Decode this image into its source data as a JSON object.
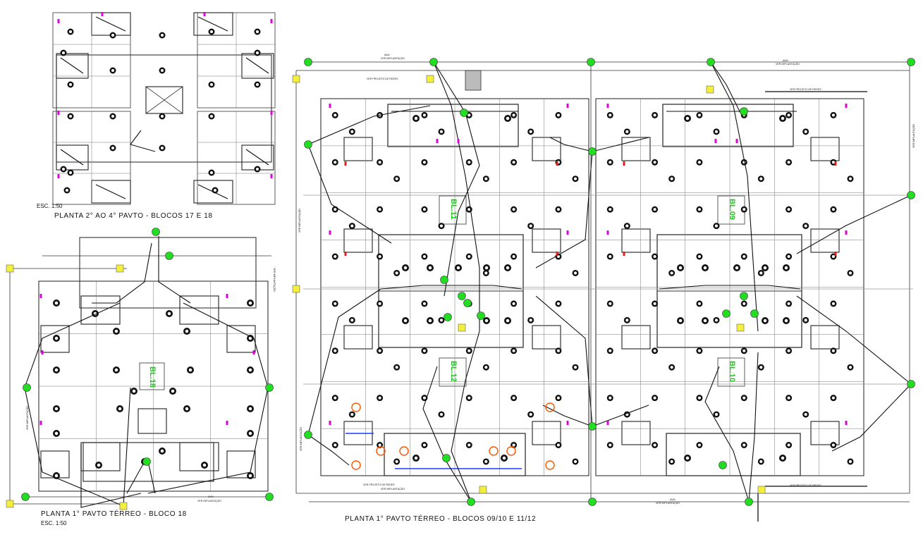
{
  "titles": {
    "upper_left": "PLANTA 2° AO 4° PAVTO - BLOCOS 17 E 18",
    "upper_left_scale": "ESC. 1:50",
    "lower_left": "PLANTA 1° PAVTO TÉRREO - BLOCO 18",
    "lower_left_scale": "ESC. 1:50",
    "right": "PLANTA 1° PAVTO TÉRREO - BLOCOS 09/10 E 11/12"
  },
  "block_labels": [
    "BL.11",
    "BL.09",
    "BL.12",
    "BL.10",
    "BL.18"
  ],
  "annotations": {
    "ver_implantacao": "VER IMPLANTAÇÃO",
    "ver_projeto_redes": "VER PROJETO DE REDES",
    "avai": "AVAI"
  },
  "colors": {
    "line": "#111111",
    "wall": "#333333",
    "node_green": "#22dd22",
    "node_yellow": "#f3ef3a",
    "accent_magenta": "#e000e0",
    "accent_red": "#e02020",
    "accent_orange": "#ff5a00",
    "accent_blue": "#1a3cff",
    "label_green": "#1ac81a"
  }
}
